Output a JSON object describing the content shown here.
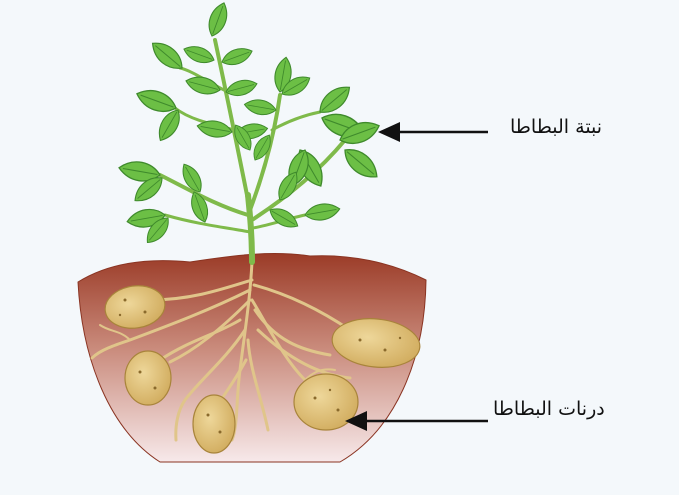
{
  "labels": {
    "plant": "نبتة البطاطا",
    "tubers": "درنات البطاطا"
  },
  "colors": {
    "background": "#f4f8fb",
    "soil_top": "#9b3b27",
    "soil_bottom": "#f7e9ea",
    "leaf": "#6cbf45",
    "leaf_dark": "#3f8a2c",
    "stem": "#7fba4a",
    "root": "#e0c58a",
    "tuber": "#e1c272",
    "arrow": "#111111"
  },
  "icons": {
    "plant": "potato-plant-illustration",
    "tuber": "potato-tuber-icon",
    "arrow": "left-arrow-icon"
  }
}
